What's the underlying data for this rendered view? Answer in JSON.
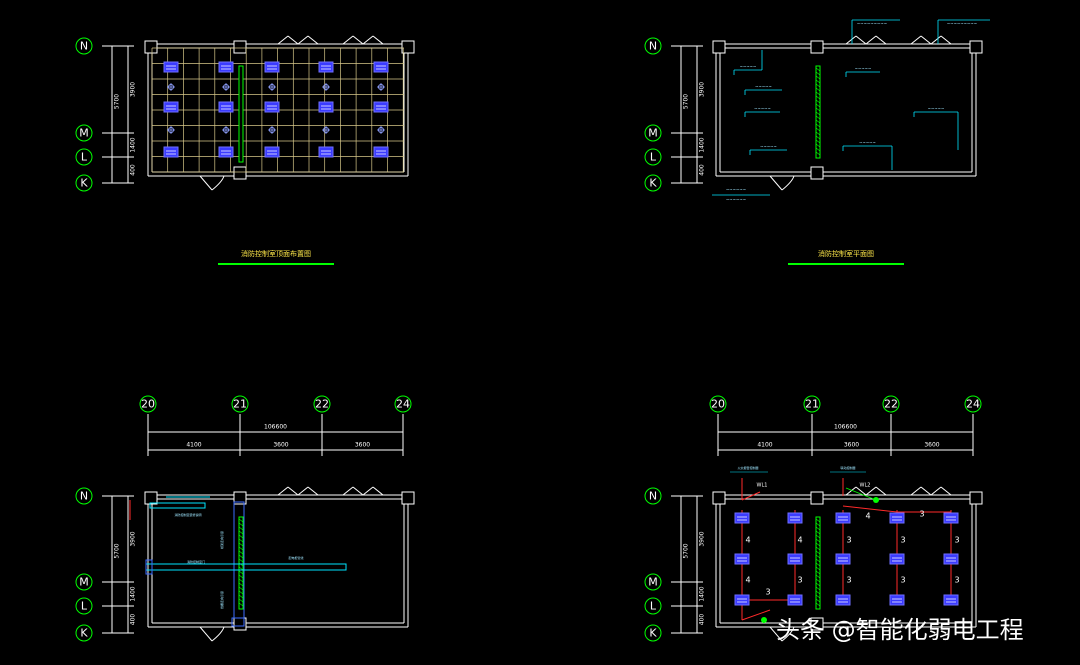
{
  "colors": {
    "background": "#000000",
    "wall": "#ffffff",
    "axis": "#00ff00",
    "grid": "#d8c98a",
    "device": "#3b3bff",
    "cyan": "#00e5ff",
    "red": "#ff2a2a",
    "title_underline": "#00ff00"
  },
  "axis_labels": {
    "rows": [
      "N",
      "M",
      "L",
      "K"
    ],
    "cols": [
      "20",
      "21",
      "22",
      "24"
    ]
  },
  "dimensions": {
    "vertical_total": "5700",
    "vertical_top": "3900",
    "vertical_mid": "1400",
    "vertical_bottom": "400",
    "horizontal_total": "106600",
    "horizontal_segments": [
      "4100",
      "3600",
      "3600"
    ]
  },
  "panels": {
    "top_left": {
      "title": "消防控制室顶面布置图"
    },
    "top_right": {
      "title": "消防控制室平面图"
    },
    "bottom_left": {
      "notes": [
        "消防控制室装修说明",
        "消防控制室门",
        "配电柜管线",
        "桥架走向示意",
        "线槽走向示意"
      ]
    },
    "bottom_right": {
      "notes": [
        "火灾报警控制器",
        "联动控制器"
      ],
      "tags": [
        "WL1",
        "WL2"
      ],
      "wire_counts": [
        "4",
        "4",
        "4",
        "3",
        "3",
        "3",
        "4",
        "3",
        "3",
        "3",
        "3",
        "3",
        "3"
      ]
    }
  },
  "watermark": {
    "platform": "头条",
    "account": "@智能化弱电工程"
  }
}
